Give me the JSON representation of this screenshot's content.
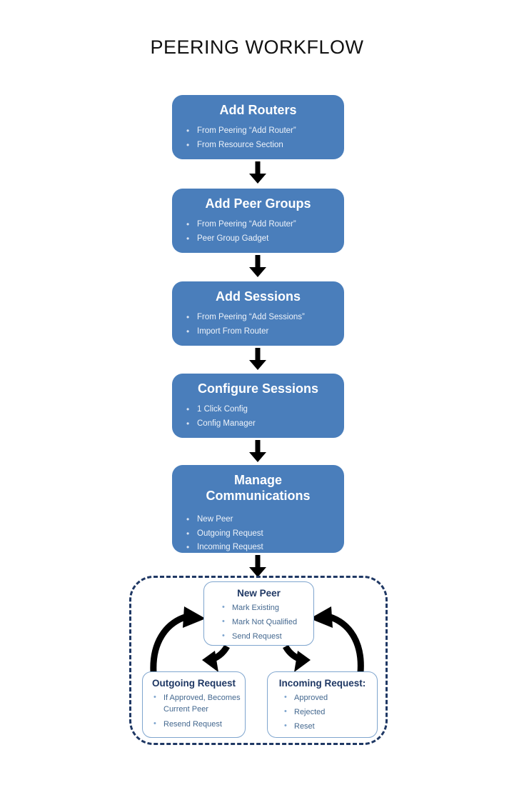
{
  "page": {
    "title": "PEERING WORKFLOW",
    "colors": {
      "stage_fill": "#4A7EBB",
      "stage_text": "#FFFFFF",
      "subbox_border": "#7FA5CE",
      "subbox_title": "#1F3864",
      "subbox_text": "#44688F",
      "group_border": "#1F3864",
      "arrow": "#000000",
      "background": "#FFFFFF"
    }
  },
  "stages": [
    {
      "title": "Add Routers",
      "bullets": [
        "From  Peering “Add Router”",
        "From Resource Section"
      ]
    },
    {
      "title": "Add Peer Groups",
      "bullets": [
        "From  Peering “Add Router”",
        "Peer Group Gadget"
      ]
    },
    {
      "title": "Add Sessions",
      "bullets": [
        "From  Peering “Add Sessions”",
        "Import  From Router"
      ]
    },
    {
      "title": "Configure Sessions",
      "bullets": [
        "1 Click Config",
        "Config Manager"
      ]
    },
    {
      "title": "Manage Communications",
      "bullets": [
        "New Peer",
        "Outgoing Request",
        "Incoming Request"
      ]
    }
  ],
  "loop_group": {
    "new_peer": {
      "title": "New Peer",
      "bullets": [
        "Mark Existing",
        "Mark Not Qualified",
        "Send Request"
      ]
    },
    "outgoing_request": {
      "title": "Outgoing Request",
      "bullets": [
        "If Approved, Becomes Current Peer",
        "Resend Request"
      ]
    },
    "incoming_request": {
      "title": "Incoming Request:",
      "bullets": [
        "Approved",
        "Rejected",
        "Reset"
      ]
    }
  }
}
